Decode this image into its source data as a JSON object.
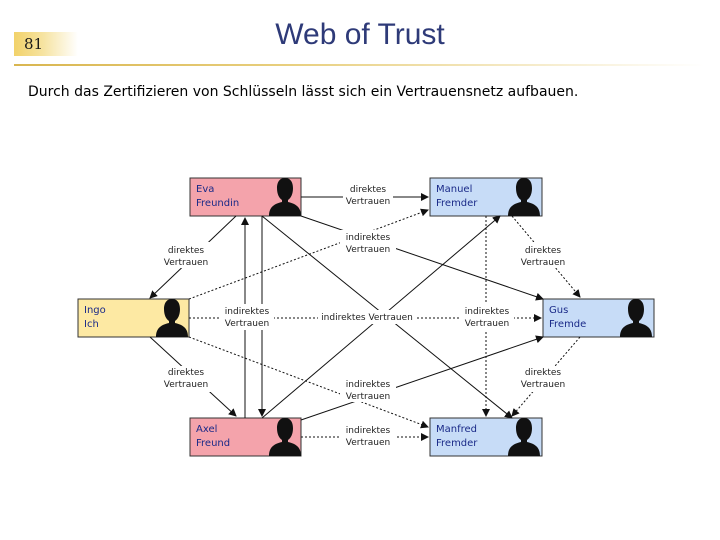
{
  "slide": {
    "number": "81",
    "title": "Web of Trust",
    "intro": "Durch das Zertifizieren von Schlüsseln lässt sich ein Vertrauensnetz aufbauen."
  },
  "colors": {
    "pink": "#f4a3ab",
    "yellow": "#fde9a3",
    "blue": "#c7dcf7",
    "title": "#2e3a78"
  },
  "people": {
    "eva": {
      "line1": "Eva",
      "line2": "Freundin"
    },
    "manuel": {
      "line1": "Manuel",
      "line2": "Fremder"
    },
    "ingo": {
      "line1": "Ingo",
      "line2": "Ich"
    },
    "gus": {
      "line1": "Gus",
      "line2": "Fremde"
    },
    "axel": {
      "line1": "Axel",
      "line2": "Freund"
    },
    "manfred": {
      "line1": "Manfred",
      "line2": "Fremder"
    }
  },
  "labels": {
    "top_direct": {
      "l1": "direktes",
      "l2": "Vertrauen"
    },
    "top_indirect": {
      "l1": "indirektes",
      "l2": "Vertrauen"
    },
    "left_upper": {
      "l1": "direktes",
      "l2": "Vertrauen"
    },
    "right_upper": {
      "l1": "direktes",
      "l2": "Vertrauen"
    },
    "mid_left": {
      "l1": "indirektes",
      "l2": "Vertrauen"
    },
    "mid_center": "indirektes Vertrauen",
    "mid_right": {
      "l1": "indirektes",
      "l2": "Vertrauen"
    },
    "left_lower": {
      "l1": "direktes",
      "l2": "Vertrauen"
    },
    "right_lower": {
      "l1": "direktes",
      "l2": "Vertrauen"
    },
    "bottom_indirect": {
      "l1": "indirektes",
      "l2": "Vertrauen"
    },
    "bottom_direct": {
      "l1": "indirektes",
      "l2": "Vertrauen"
    }
  }
}
